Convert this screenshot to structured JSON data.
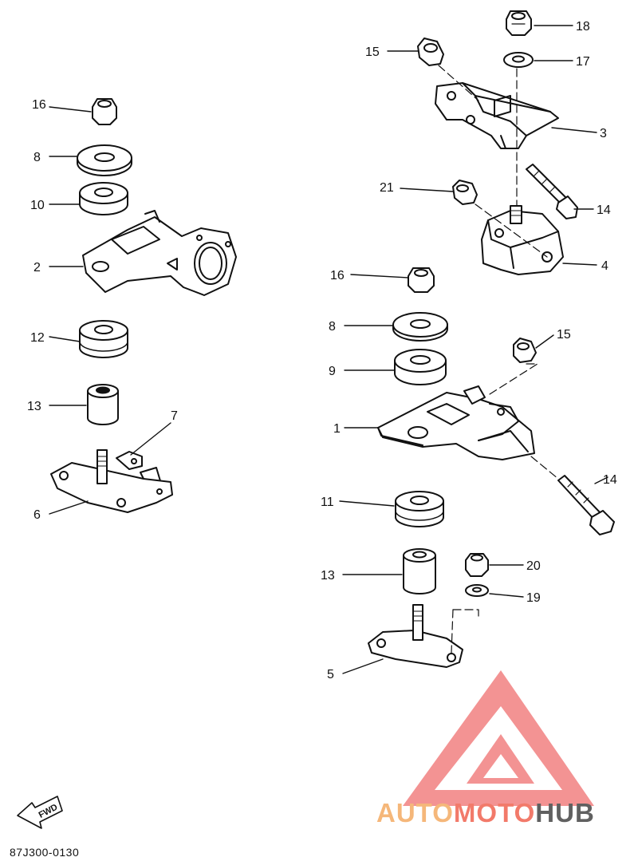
{
  "diagram": {
    "callouts": {
      "p18": "18",
      "p15a": "15",
      "p17": "17",
      "p3": "3",
      "p21": "21",
      "p14a": "14",
      "p4": "4",
      "p16a": "16",
      "p8a": "8",
      "p9": "9",
      "p15b": "15",
      "p1": "1",
      "p14b": "14",
      "p11": "11",
      "p13b": "13",
      "p20": "20",
      "p19": "19",
      "p5": "5",
      "p16b": "16",
      "p8b": "8",
      "p10": "10",
      "p2": "2",
      "p12": "12",
      "p13a": "13",
      "p7": "7",
      "p6": "6"
    },
    "fwd_label": "FWD",
    "drawing_code": "87J300-0130"
  },
  "watermark": {
    "text_auto": "AUTO",
    "text_moto": "MOTO",
    "text_hub": "HUB",
    "colors": {
      "auto": "#f5b77a",
      "moto": "#f27a6a",
      "hub": "#606060",
      "logo": "#f07070"
    }
  }
}
